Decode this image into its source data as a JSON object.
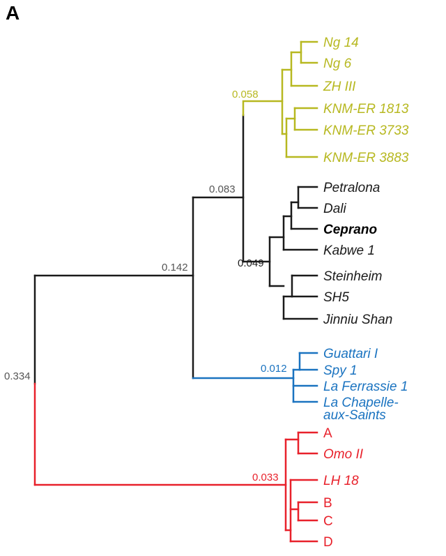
{
  "panel_label": "A",
  "colors": {
    "olive": "#b7b820",
    "black": "#1a1a1a",
    "blue": "#1a73c0",
    "red": "#e8212b",
    "gray": "#555555"
  },
  "node_values": {
    "root": "0.334",
    "n142": "0.142",
    "n083": "0.083",
    "n058": "0.058",
    "n049": "0.049",
    "n012": "0.012",
    "n033": "0.033"
  },
  "taxa": {
    "ng14": "Ng 14",
    "ng6": "Ng 6",
    "zh3": "ZH III",
    "er1813": "KNM-ER 1813",
    "er3733": "KNM-ER 3733",
    "er3883": "KNM-ER 3883",
    "petralona": "Petralona",
    "dali": "Dali",
    "ceprano": "Ceprano",
    "kabwe": "Kabwe 1",
    "steinheim": "Steinheim",
    "sh5": "SH5",
    "jinniu": "Jinniu Shan",
    "guattari": "Guattari I",
    "spy": "Spy 1",
    "ferrassie": "La Ferrassie 1",
    "chapelle1": "La Chapelle-",
    "chapelle2": "aux-Saints",
    "a": "A",
    "omo": "Omo II",
    "lh18": "LH 18",
    "b": "B",
    "c": "C",
    "d": "D"
  }
}
